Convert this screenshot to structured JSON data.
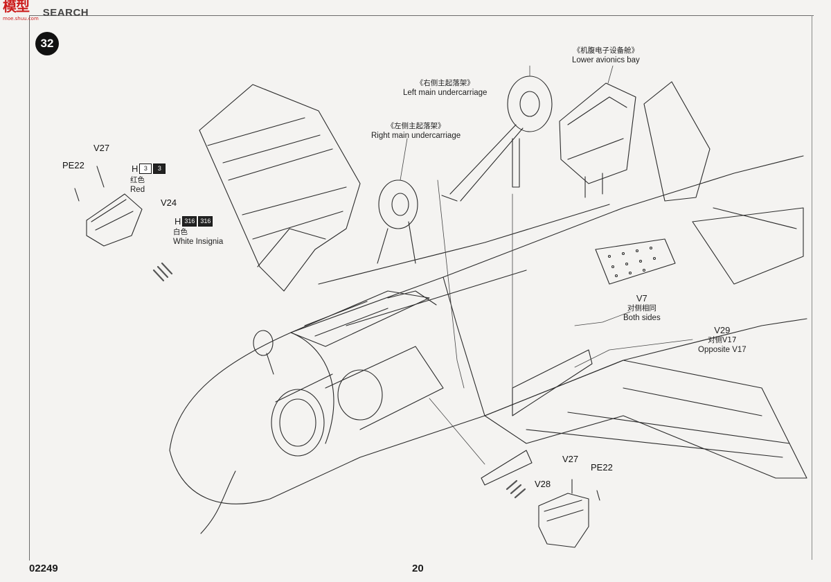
{
  "watermark": {
    "logo": "模型",
    "logo_sub": "moe.shuu.com",
    "text": "SEARCH"
  },
  "step_number": "32",
  "callouts": {
    "lower_avionics_cn": "《机腹电子设备舱》",
    "lower_avionics_en": "Lower avionics bay",
    "left_main_cn": "《右侧主起落架》",
    "left_main_en": "Left main undercarriage",
    "right_main_cn": "《左侧主起落架》",
    "right_main_en": "Right main undercarriage",
    "v7_part": "V7",
    "v7_cn": "对侧相同",
    "v7_en": "Both sides",
    "v29_part": "V29",
    "v29_cn": "对侧V17",
    "v29_en": "Opposite V17"
  },
  "left_subassembly": {
    "pe22": "PE22",
    "v27": "V27",
    "v24": "V24",
    "decal_red": {
      "prefix": "H",
      "num1": "3",
      "num2": "3",
      "cn": "红色",
      "en": "Red"
    },
    "decal_white": {
      "prefix": "H",
      "num1": "316",
      "num2": "316",
      "cn": "白色",
      "en": "White Insignia"
    }
  },
  "right_subassembly": {
    "v27": "V27",
    "pe22": "PE22",
    "v28": "V28"
  },
  "footer": {
    "kit_number": "02249",
    "page_number": "20"
  }
}
